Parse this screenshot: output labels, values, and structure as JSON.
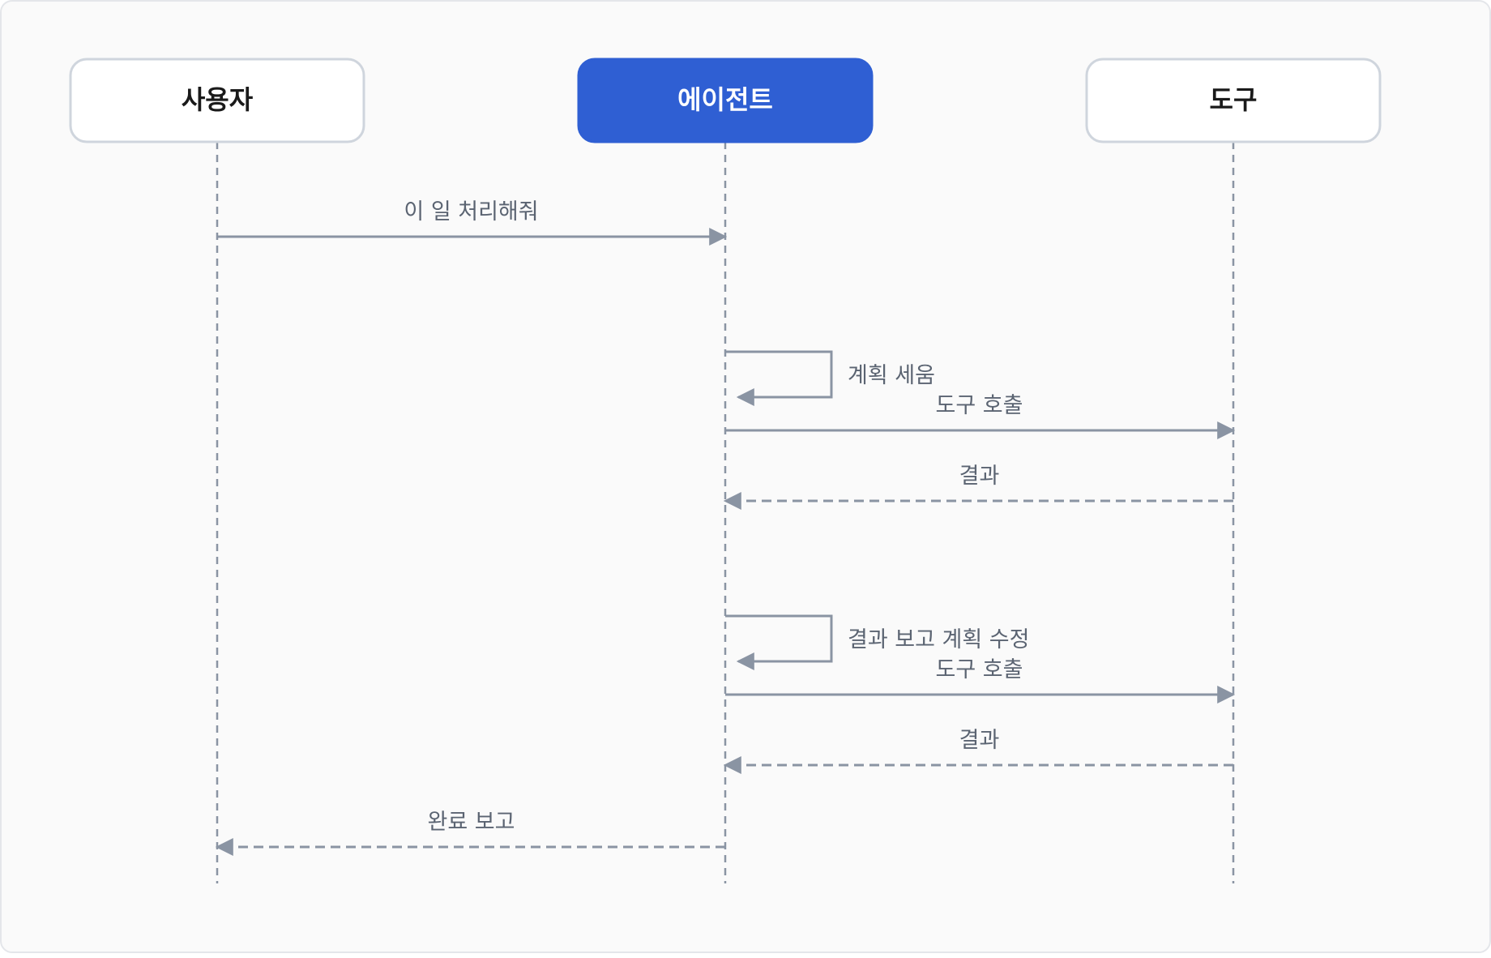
{
  "participants": [
    {
      "id": "user",
      "label": "사용자",
      "highlight": false
    },
    {
      "id": "agent",
      "label": "에이전트",
      "highlight": true
    },
    {
      "id": "tool",
      "label": "도구",
      "highlight": false
    }
  ],
  "messages": [
    {
      "from": "user",
      "to": "agent",
      "label": "이 일 처리해줘",
      "style": "solid"
    },
    {
      "from": "agent",
      "to": "agent",
      "label": "계획 세움",
      "style": "solid"
    },
    {
      "from": "agent",
      "to": "tool",
      "label": "도구 호출",
      "style": "solid"
    },
    {
      "from": "tool",
      "to": "agent",
      "label": "결과",
      "style": "dashed"
    },
    {
      "from": "agent",
      "to": "agent",
      "label": "결과 보고 계획 수정",
      "style": "solid"
    },
    {
      "from": "agent",
      "to": "tool",
      "label": "도구 호출",
      "style": "solid"
    },
    {
      "from": "tool",
      "to": "agent",
      "label": "결과",
      "style": "dashed"
    },
    {
      "from": "agent",
      "to": "user",
      "label": "완료 보고",
      "style": "dashed"
    }
  ],
  "colors": {
    "background": "#fafafa",
    "frame_border": "#e4e6ea",
    "box_fill": "#ffffff",
    "box_border": "#cfd5dd",
    "highlight_fill": "#2f5fd3",
    "highlight_text": "#ffffff",
    "participant_text": "#1a1a1a",
    "line": "#8a94a3",
    "label_text": "#5b6472"
  }
}
